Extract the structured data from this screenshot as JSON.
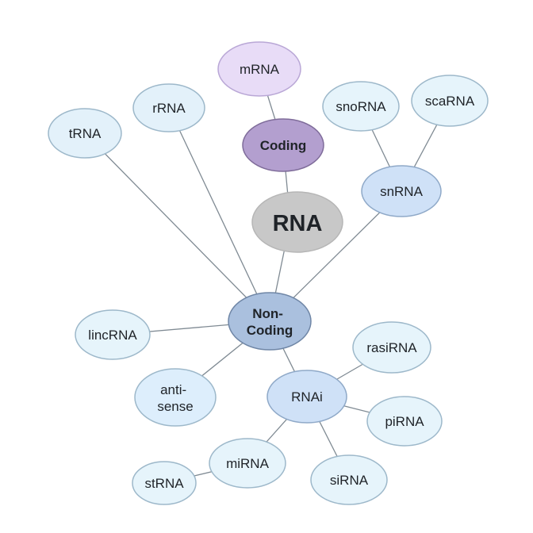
{
  "nodes": {
    "rna": {
      "label": "RNA",
      "fill": "#c8c8c8",
      "stroke": "#b6b6b6",
      "text": "#ffffff"
    },
    "coding": {
      "label": "Coding",
      "fill": "#b39fcf",
      "stroke": "#7f6c9a",
      "text": "#1f1b2a"
    },
    "mrna": {
      "label": "mRNA",
      "fill": "#e8dcf7",
      "stroke": "#b9a7d6",
      "text": "#1f2328"
    },
    "noncoding": {
      "lines": [
        "Non-",
        "Coding"
      ],
      "fill": "#aac0de",
      "stroke": "#6f86a6",
      "text": "#1a2433"
    },
    "trna": {
      "label": "tRNA",
      "fill": "#e3f1fa",
      "stroke": "#9db8ca",
      "text": "#1f2328"
    },
    "rrna": {
      "label": "rRNA",
      "fill": "#e3f1fa",
      "stroke": "#9db8ca",
      "text": "#1f2328"
    },
    "snrna": {
      "label": "snRNA",
      "fill": "#cfe1f7",
      "stroke": "#8fa9c8",
      "text": "#1f2328"
    },
    "snorna": {
      "label": "snoRNA",
      "fill": "#e6f4fb",
      "stroke": "#9db8ca",
      "text": "#1f2328"
    },
    "scarna": {
      "label": "scaRNA",
      "fill": "#e6f4fb",
      "stroke": "#9db8ca",
      "text": "#1f2328"
    },
    "lincrna": {
      "label": "lincRNA",
      "fill": "#e6f4fb",
      "stroke": "#9db8ca",
      "text": "#1f2328"
    },
    "antisense": {
      "lines": [
        "anti-",
        "sense"
      ],
      "fill": "#ddeefc",
      "stroke": "#9db8ca",
      "text": "#1f2328"
    },
    "rnai": {
      "label": "RNAi",
      "fill": "#cfe1f7",
      "stroke": "#8fa9c8",
      "text": "#1f2328"
    },
    "rasirna": {
      "label": "rasiRNA",
      "fill": "#e6f4fb",
      "stroke": "#9db8ca",
      "text": "#1f2328"
    },
    "pirna": {
      "label": "piRNA",
      "fill": "#e6f4fb",
      "stroke": "#9db8ca",
      "text": "#1f2328"
    },
    "sirna": {
      "label": "siRNA",
      "fill": "#e6f4fb",
      "stroke": "#9db8ca",
      "text": "#1f2328"
    },
    "mirna": {
      "label": "miRNA",
      "fill": "#e6f4fb",
      "stroke": "#9db8ca",
      "text": "#1f2328"
    },
    "strna": {
      "label": "stRNA",
      "fill": "#e6f4fb",
      "stroke": "#9db8ca",
      "text": "#1f2328"
    }
  },
  "edges": [
    [
      "rna",
      "coding"
    ],
    [
      "coding",
      "mrna"
    ],
    [
      "rna",
      "noncoding"
    ],
    [
      "noncoding",
      "trna"
    ],
    [
      "noncoding",
      "rrna"
    ],
    [
      "noncoding",
      "snrna"
    ],
    [
      "snrna",
      "snorna"
    ],
    [
      "snrna",
      "scarna"
    ],
    [
      "noncoding",
      "lincrna"
    ],
    [
      "noncoding",
      "antisense"
    ],
    [
      "noncoding",
      "rnai"
    ],
    [
      "rnai",
      "rasirna"
    ],
    [
      "rnai",
      "pirna"
    ],
    [
      "rnai",
      "sirna"
    ],
    [
      "rnai",
      "mirna"
    ],
    [
      "mirna",
      "strna"
    ]
  ]
}
